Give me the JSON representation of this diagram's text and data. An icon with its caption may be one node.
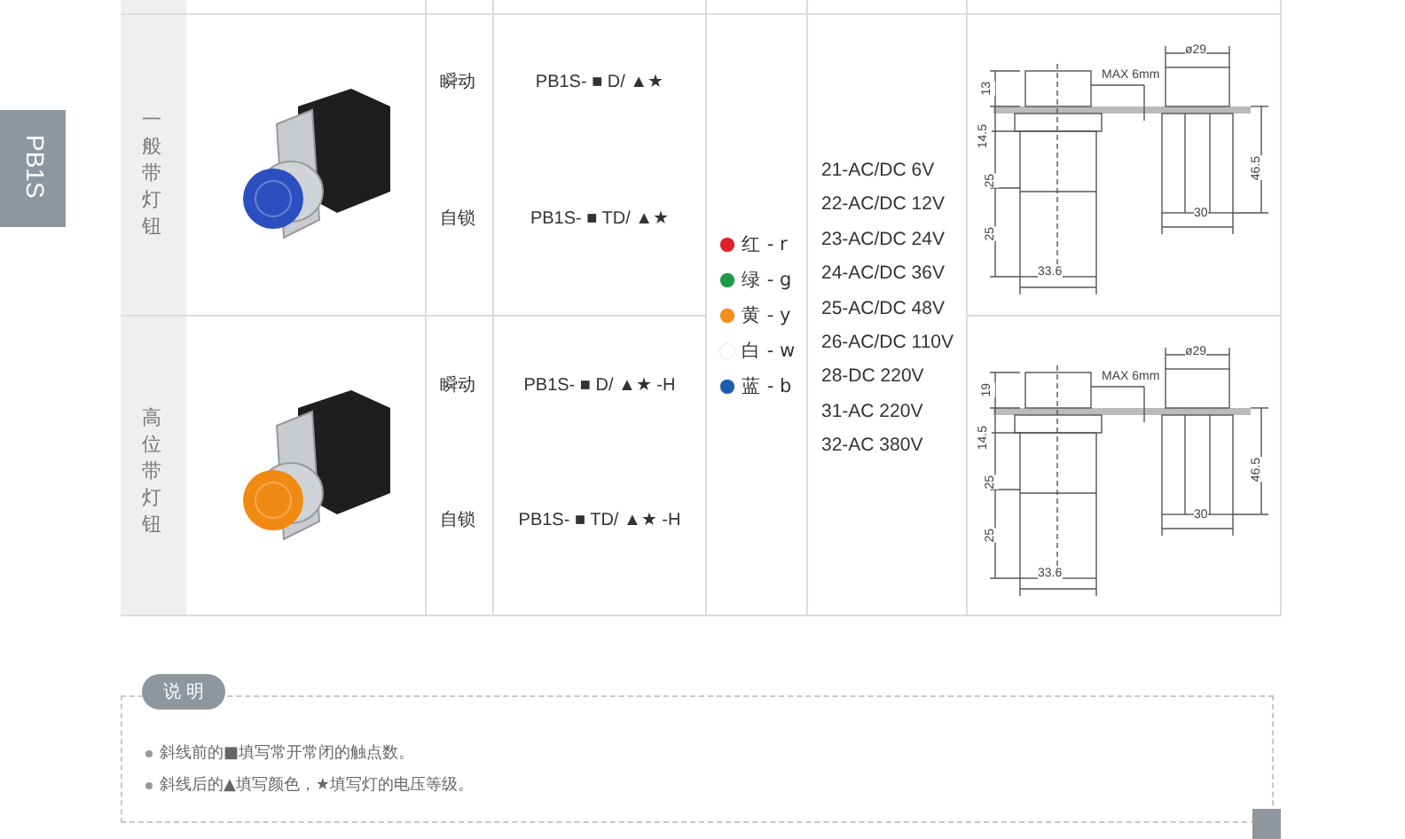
{
  "diagram": {
    "labels": [
      "PB1S",
      "一般带灯钮",
      "瞬动",
      "PB1S- ■ D/ ▲★",
      "自锁",
      "PB1S- ■ TD/ ▲★",
      "21-AC/DC 6V",
      "22-AC/DC 12V",
      "23-AC/DC 24V",
      "24-AC/DC 36V",
      "25-AC/DC 48V",
      "26-AC/DC 110V",
      "28-DC 220V",
      "31-AC 220V",
      "32-AC 380V",
      "13",
      "MAX 6mm",
      "ø29",
      "14.5",
      "25",
      "25",
      "46.5",
      "30",
      "33.6",
      "高位带灯钮",
      "瞬动",
      "PB1S- ■ D/ ▲★ -H",
      "自锁",
      "PB1S- ■ TD/ ▲★ -H",
      "19",
      "MAX 6mm",
      "ø29",
      "14.5",
      "25",
      "25",
      "46.5",
      "30",
      "33.6",
      "说 明",
      "斜线前的■填写常开常闭的触点数。",
      "斜线后的▲填写颜色，★填写灯的电压等级。"
    ],
    "legend": [
      {
        "text": "红 - r",
        "color": "#e0202a"
      },
      {
        "text": "绿 - g",
        "color": "#1a9a4a"
      },
      {
        "text": "黄 - y",
        "color": "#f0901a"
      },
      {
        "text": "白 - w",
        "color": "#ffffff"
      },
      {
        "text": "蓝 - b",
        "color": "#1a5cb0"
      }
    ]
  }
}
